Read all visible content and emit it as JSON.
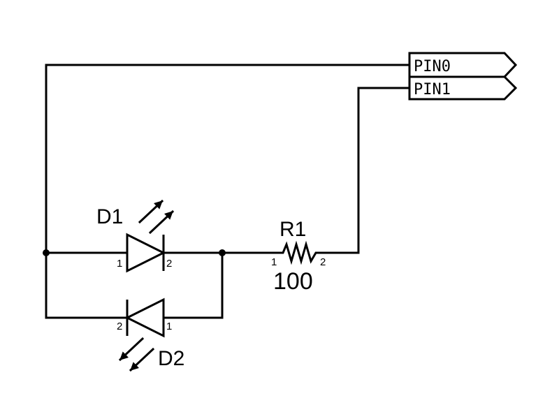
{
  "colors": {
    "wire": "#000000",
    "background": "#ffffff"
  },
  "ports": [
    {
      "name": "PIN0"
    },
    {
      "name": "PIN1"
    }
  ],
  "components": {
    "d1": {
      "ref": "D1",
      "type": "LED",
      "pin_anode": "1",
      "pin_cathode": "2"
    },
    "d2": {
      "ref": "D2",
      "type": "LED",
      "pin_anode": "2",
      "pin_cathode": "1"
    },
    "r1": {
      "ref": "R1",
      "type": "resistor",
      "value": "100",
      "pin_left": "1",
      "pin_right": "2"
    }
  }
}
